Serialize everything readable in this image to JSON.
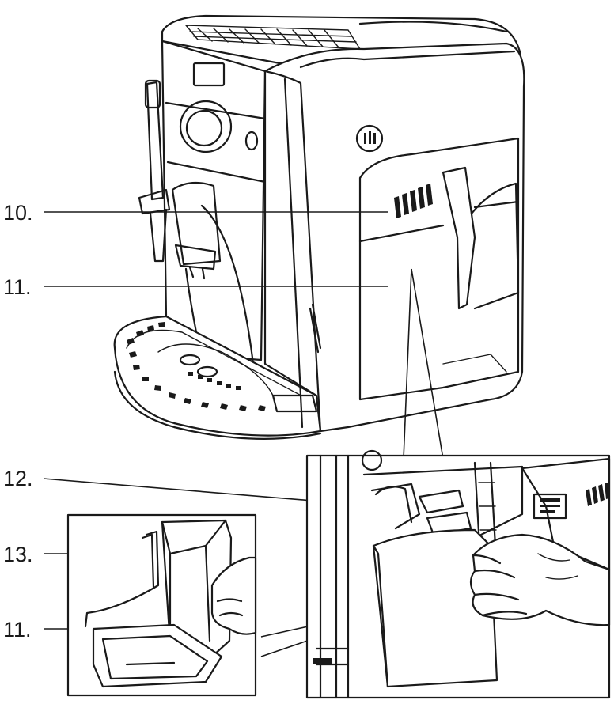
{
  "callouts": [
    {
      "id": "10",
      "label": "10."
    },
    {
      "id": "11a",
      "label": "11."
    },
    {
      "id": "12",
      "label": "12."
    },
    {
      "id": "13",
      "label": "13."
    },
    {
      "id": "11b",
      "label": "11."
    }
  ],
  "colors": {
    "ink": "#1a1a1a",
    "paper": "#ffffff"
  },
  "icons": [
    "coffee-machine-illustration",
    "drawer-detail-inset",
    "hand-illustration",
    "grounds-container-inset"
  ]
}
